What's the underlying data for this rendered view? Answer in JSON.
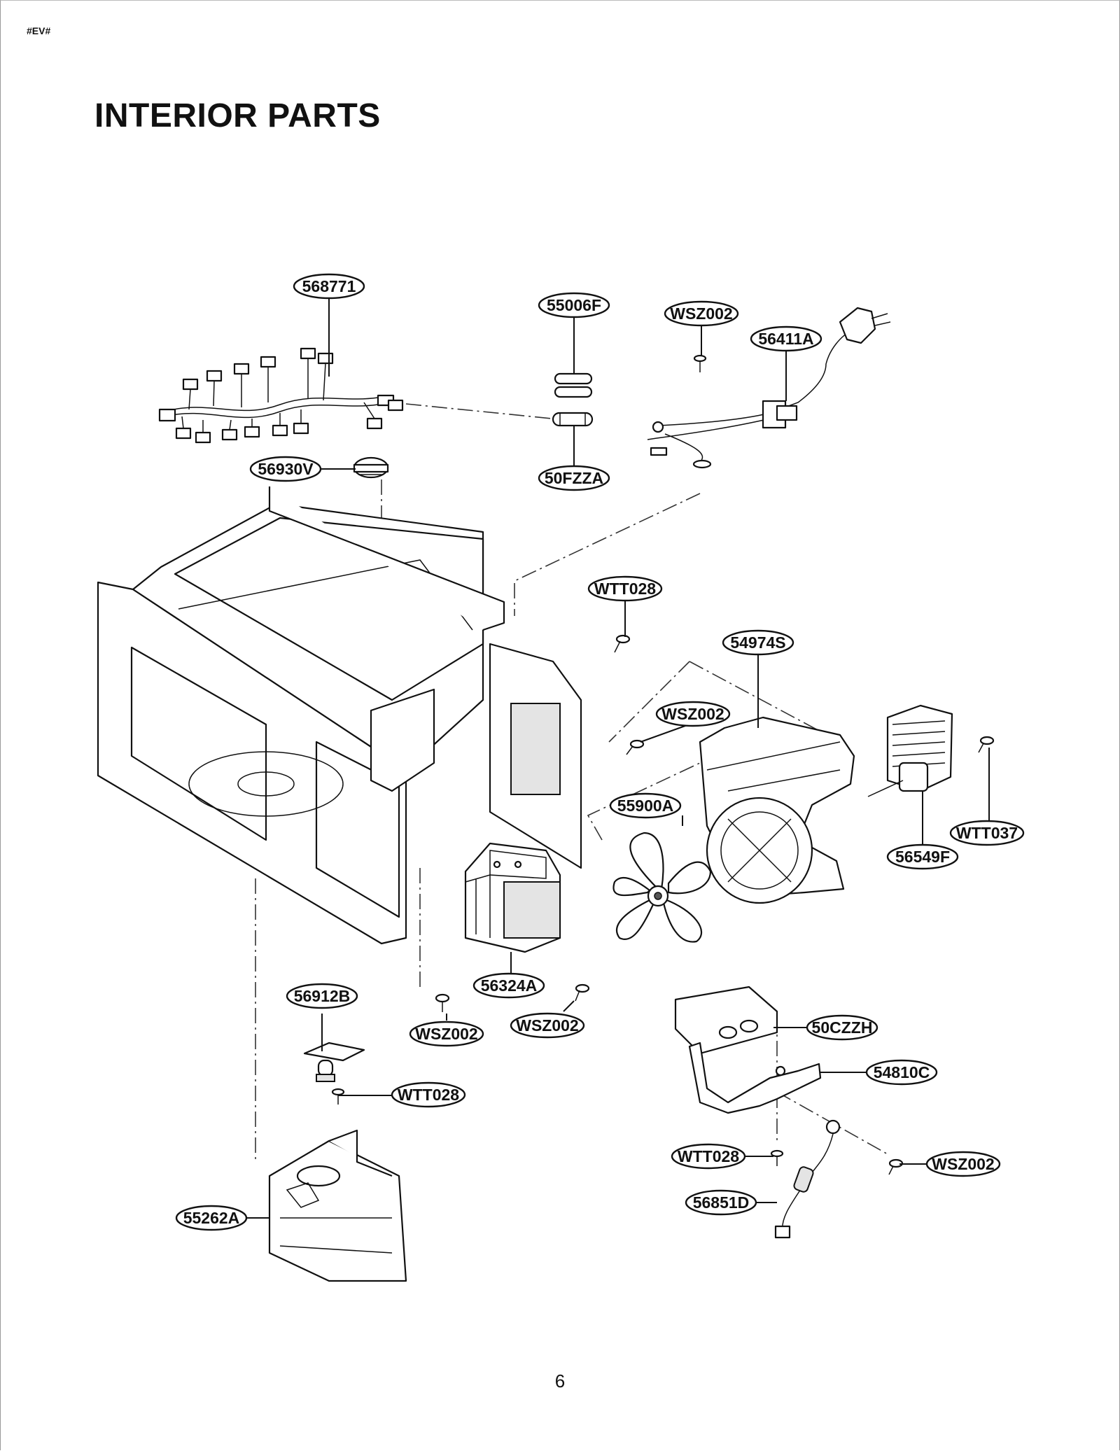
{
  "header": {
    "doc_code": "#EV#",
    "title": "INTERIOR PARTS"
  },
  "footer": {
    "page_number": "6"
  },
  "callouts": {
    "c568771": "568771",
    "c55006F": "55006F",
    "cWSZ002_top": "WSZ002",
    "c56411A": "56411A",
    "c56930V": "56930V",
    "c50FZZA": "50FZZA",
    "cWTT028_mid": "WTT028",
    "c54974S": "54974S",
    "cWSZ002_mid": "WSZ002",
    "c55900A": "55900A",
    "cWTT037": "WTT037",
    "c56549F": "56549F",
    "c56324A": "56324A",
    "c56912B": "56912B",
    "cWSZ002_lowleft": "WSZ002",
    "cWSZ002_lowmid": "WSZ002",
    "c50CZZH": "50CZZH",
    "c54810C": "54810C",
    "cWTT028_low": "WTT028",
    "cWTT028_bottom": "WTT028",
    "cWSZ002_bottom": "WSZ002",
    "c56851D": "56851D",
    "c55262A": "55262A"
  }
}
